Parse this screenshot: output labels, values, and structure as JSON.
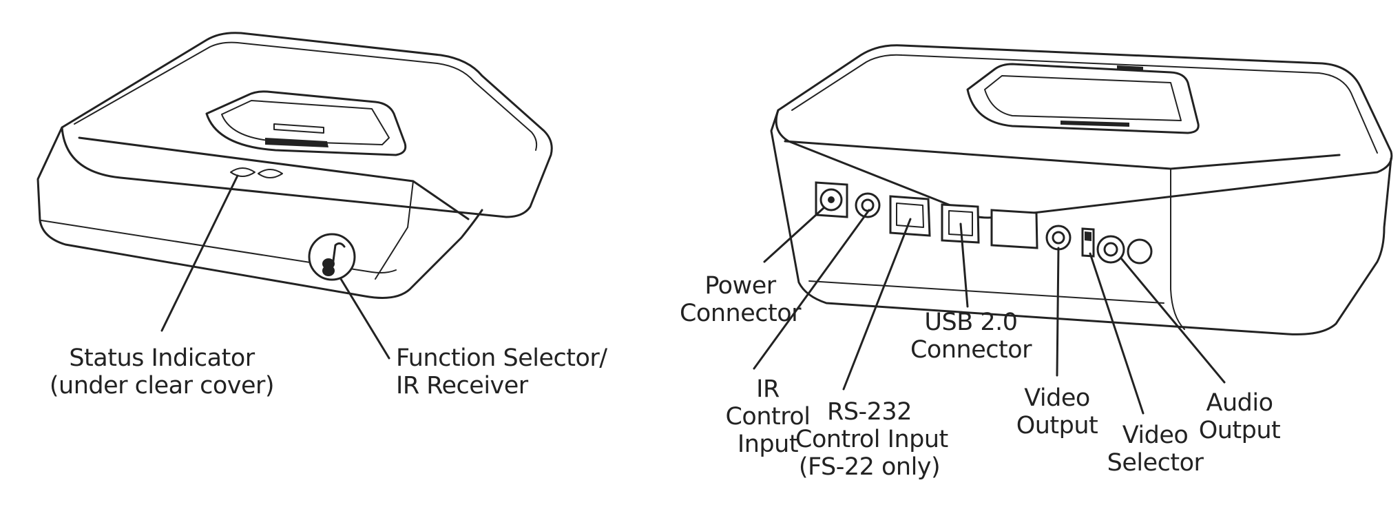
{
  "front_view": {
    "labels": {
      "status_indicator": [
        "Status Indicator",
        "(under clear cover)"
      ],
      "function_selector": [
        "Function Selector/",
        "IR Receiver"
      ]
    }
  },
  "rear_view": {
    "labels": {
      "power_connector": [
        "Power",
        "Connector"
      ],
      "ir_control_input": [
        "IR",
        "Control",
        "Input"
      ],
      "rs232_control_input": [
        "RS-232",
        "Control Input",
        "(FS-22 only)"
      ],
      "usb_connector": [
        "USB 2.0",
        "Connector"
      ],
      "video_output": [
        "Video",
        "Output"
      ],
      "video_selector": [
        "Video",
        "Selector"
      ],
      "audio_output": [
        "Audio",
        "Output"
      ]
    }
  }
}
